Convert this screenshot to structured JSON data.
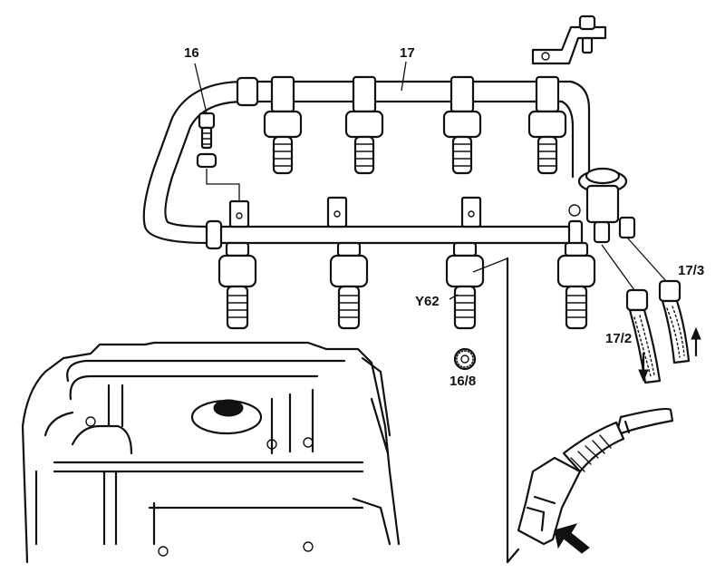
{
  "diagram": {
    "subject": "Fuel rail with injectors, fuel lines and engine view",
    "callouts": [
      {
        "id": "16",
        "text": "16"
      },
      {
        "id": "17",
        "text": "17"
      },
      {
        "id": "Y62",
        "text": "Y62"
      },
      {
        "id": "16/8",
        "text": "16/8"
      },
      {
        "id": "17/2",
        "text": "17/2"
      },
      {
        "id": "17/3",
        "text": "17/3"
      }
    ],
    "flow_arrows": [
      {
        "line": "17/2",
        "direction": "down"
      },
      {
        "line": "17/3",
        "direction": "up"
      }
    ],
    "detail_arrow": {
      "target": "injector-connector",
      "direction": "up-left"
    },
    "colors": {
      "ink": "#111111",
      "paper": "#ffffff"
    }
  }
}
